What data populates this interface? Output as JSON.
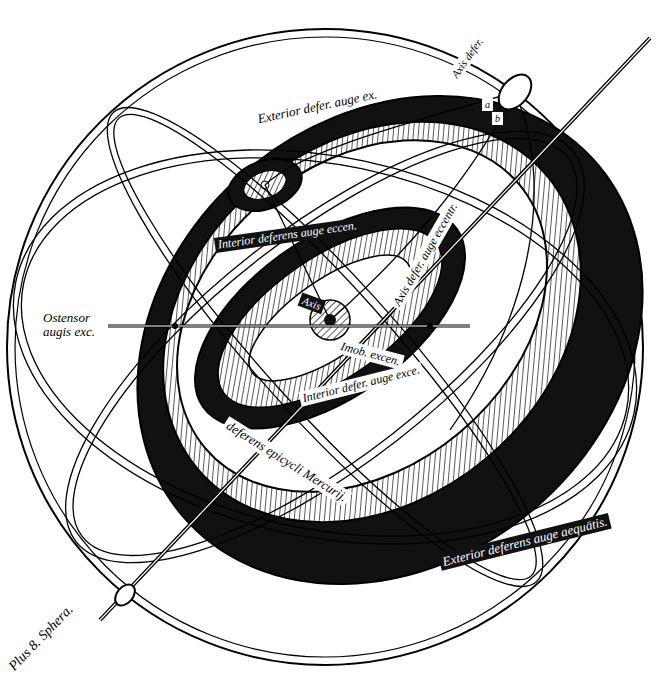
{
  "diagram": {
    "labels": [
      "Exterior defer. auge ex.",
      "Axis defer.",
      "a",
      "b",
      "Axis defer. auge eccentr.",
      "Interior deferens auge eccen.",
      "Axis",
      "Imob. excen.",
      "Interior defer. auge exce.",
      "deferens epicycli Mercurij.",
      "Ostensor augis exc.",
      "Exterior deferens auge aequātis.",
      "Plus 8. Sphera."
    ]
  }
}
